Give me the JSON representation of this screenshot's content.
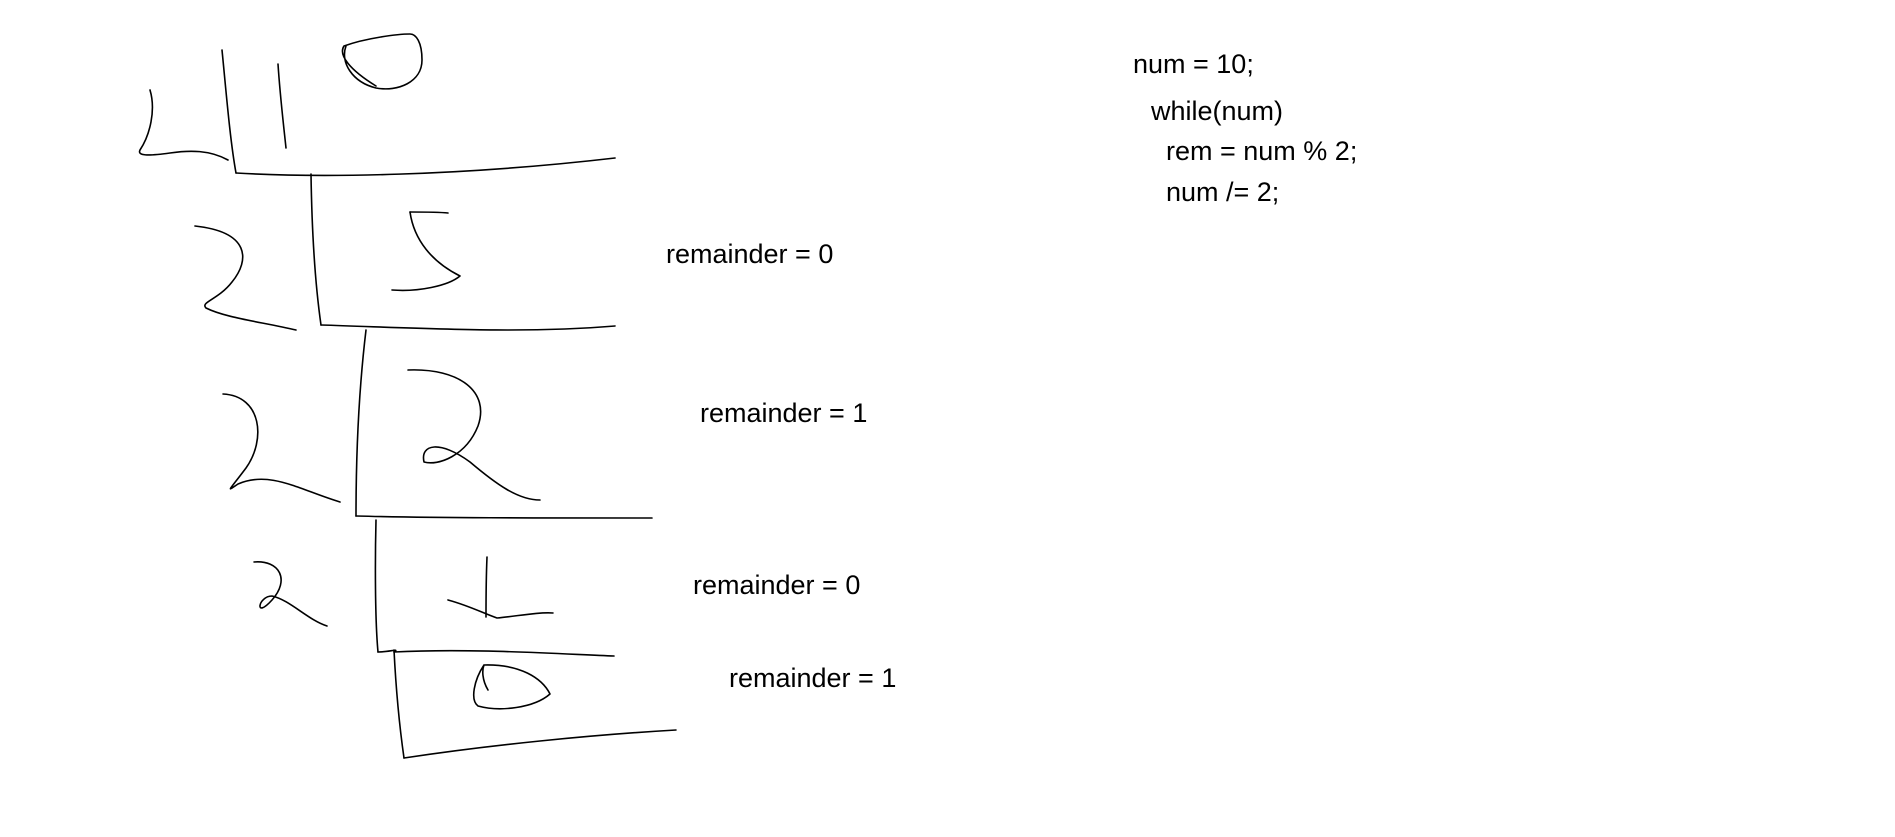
{
  "remainders": [
    "remainder = 0",
    "remainder = 1",
    "remainder = 0",
    "remainder = 1"
  ],
  "code": [
    "num = 10;",
    "while(num)",
    "rem = num % 2;",
    "num /= 2;"
  ],
  "handwritten": {
    "divisor": "2",
    "quotients": [
      "10",
      "5",
      "2",
      "1",
      "0"
    ]
  },
  "colors": {
    "ink": "#000000",
    "background": "#ffffff"
  }
}
